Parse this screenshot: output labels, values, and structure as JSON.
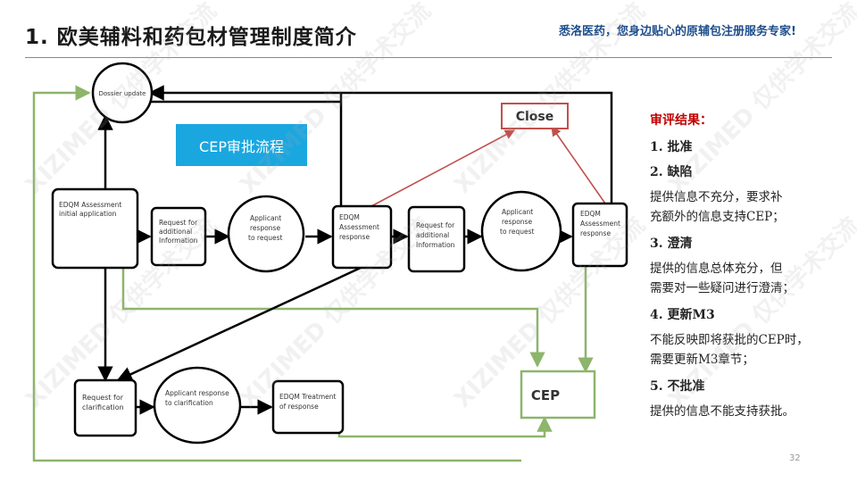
{
  "header": {
    "title": "1. 欧美辅料和药包材管理制度简介",
    "tagline": "悉洛医药，您身边贴心的原辅包注册服务专家!"
  },
  "diagram": {
    "banner": "CEP审批流程",
    "nodes": {
      "dossier": "Dossier update",
      "close": "Close",
      "assess_init_1": "EDQM Assessment",
      "assess_init_2": "initial application",
      "req_info_1_a": "Request for",
      "req_info_1_b": "additional",
      "req_info_1_c": "Information",
      "applicant_resp_1_a": "Applicant",
      "applicant_resp_1_b": "response",
      "applicant_resp_1_c": "to request",
      "assess_resp_1_a": "EDQM",
      "assess_resp_1_b": "Assessment",
      "assess_resp_1_c": "response",
      "req_info_2_a": "Request for",
      "req_info_2_b": "additional",
      "req_info_2_c": "Information",
      "applicant_resp_2_a": "Applicant",
      "applicant_resp_2_b": "response",
      "applicant_resp_2_c": "to request",
      "assess_resp_2_a": "EDQM",
      "assess_resp_2_b": "Assessment",
      "assess_resp_2_c": "response",
      "req_clar_1": "Request for",
      "req_clar_2": "clarification",
      "applicant_clar_1": "Applicant response",
      "applicant_clar_2": "to clarification",
      "treat_1": "EDQM Treatment",
      "treat_2": "of response",
      "cep": "CEP"
    }
  },
  "review": {
    "heading": "审评结果：",
    "items": [
      {
        "title": "1. 批准",
        "desc": ""
      },
      {
        "title": "2. 缺陷",
        "desc": "提供信息不充分，要求补\n充额外的信息支持CEP；"
      },
      {
        "title": "3. 澄清",
        "desc": "提供的信息总体充分，但\n需要对一些疑问进行澄清；"
      },
      {
        "title": "4. 更新M3",
        "desc": "不能反映即将获批的CEP时，\n需要更新M3章节；"
      },
      {
        "title": "5. 不批准",
        "desc": "提供的信息不能支持获批。"
      }
    ]
  },
  "page_number": "32",
  "watermark": {
    "latin": "XIZIMED",
    "chinese": "仅供学术交流"
  },
  "colors": {
    "green": "#8db56b",
    "red": "#c0504d",
    "title_blue": "#1f4e8c",
    "banner": "#1aa7e0"
  }
}
